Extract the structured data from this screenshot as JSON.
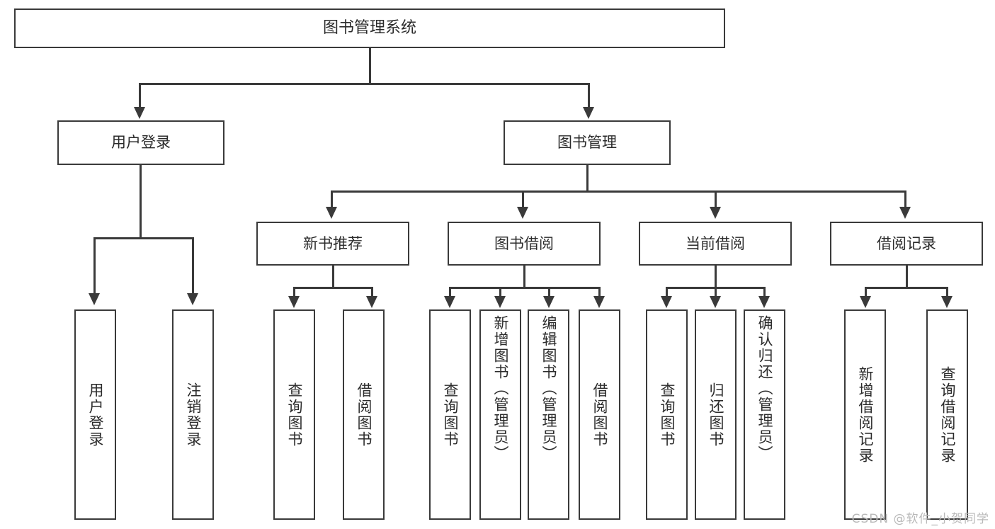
{
  "diagram": {
    "type": "tree-hierarchy",
    "title": "图书管理系统",
    "watermark": "CSDN @软件_小贺同学",
    "colors": {
      "stroke": "#3a3a3a",
      "fill": "#ffffff",
      "text": "#2b2b2b",
      "watermark": "#b9b9b9"
    },
    "nodes": {
      "root": {
        "label": "图书管理系统"
      },
      "level2": [
        {
          "id": "user-login",
          "label": "用户登录"
        },
        {
          "id": "book-management",
          "label": "图书管理"
        }
      ],
      "level3": [
        {
          "id": "new-book-recommend",
          "label": "新书推荐"
        },
        {
          "id": "book-borrow",
          "label": "图书借阅"
        },
        {
          "id": "current-borrow",
          "label": "当前借阅"
        },
        {
          "id": "borrow-record",
          "label": "借阅记录"
        }
      ],
      "leaves": {
        "user-login": [
          {
            "id": "leaf-user-login",
            "label": "用户登录"
          },
          {
            "id": "leaf-logout-login",
            "label": "注销登录"
          }
        ],
        "new-book-recommend": [
          {
            "id": "leaf-query-book-1",
            "label": "查询图书"
          },
          {
            "id": "leaf-borrow-book-1",
            "label": "借阅图书"
          }
        ],
        "book-borrow": [
          {
            "id": "leaf-query-book-2",
            "label": "查询图书"
          },
          {
            "id": "leaf-add-book-admin",
            "label": "新增图书（管理员）"
          },
          {
            "id": "leaf-edit-book-admin",
            "label": "编辑图书（管理员）"
          },
          {
            "id": "leaf-borrow-book-2",
            "label": "借阅图书"
          }
        ],
        "current-borrow": [
          {
            "id": "leaf-query-book-3",
            "label": "查询图书"
          },
          {
            "id": "leaf-return-book",
            "label": "归还图书"
          },
          {
            "id": "leaf-confirm-return-admin",
            "label": "确认归还（管理员）"
          }
        ],
        "borrow-record": [
          {
            "id": "leaf-add-borrow-record",
            "label": "新增借阅记录"
          },
          {
            "id": "leaf-query-borrow-record",
            "label": "查询借阅记录"
          }
        ]
      }
    }
  }
}
